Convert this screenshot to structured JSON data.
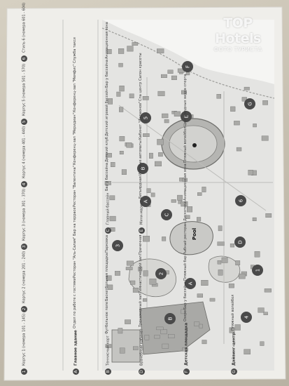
{
  "watermark": {
    "logo": "TOP Hotels",
    "subtitle": "ФОТО ТУРИСТА"
  },
  "legend": {
    "housing": [
      {
        "badge": "1",
        "text": "Корпус 1 (номера 101 - 145)"
      },
      {
        "badge": "2",
        "text": "Корпус 2 (номера 201 - 240)"
      },
      {
        "badge": "3",
        "text": "Корпус 3 (номера 301 - 370)"
      },
      {
        "badge": "4",
        "text": "Корпус 4 (номера 401 - 440)"
      },
      {
        "badge": "5",
        "text": "Корпус 5 (номера 501 - 570)"
      },
      {
        "badge": "6",
        "text": "Стиль 6 (номера 601 - 604)"
      }
    ],
    "a": {
      "badge": "A",
      "heading": "Главное здание",
      "lines": [
        "Отдел по работе с гостями",
        "Ресторан \"Аль-Салам\"",
        "Бар на террасе",
        "Ресторан \"Валентина\"",
        "Конференц-зал \"Меридиан\"",
        "Конференц-зал \"Мемфис\"",
        "Служба такси"
      ]
    },
    "bc": {
      "b": {
        "badge": "B",
        "lines": [
          "Теннисный корт",
          "Футбольное поле",
          "Баскетбольная площадка",
          "Парковка"
        ]
      },
      "c": {
        "badge": "C",
        "lines": [
          "Главный бассейн",
          "Бар у бассейна",
          "Детский клуб",
          "Детский игровой бассейн",
          "Бар у бассейна",
          "Анимационная зона"
        ]
      }
    },
    "de": {
      "d": {
        "badge": "D",
        "lines": [
          "Врачебный кабинет",
          "Тренажерный зал",
          "Гимнастический зал",
          "Прачечная"
        ]
      },
      "e": {
        "badge": "E",
        "lines": [
          "Мини-маркет",
          "Бильярдная",
          "Игровые автоматы",
          "Кабинет \"Фараонов\"",
          "Спа центр",
          "Салон красоты"
        ]
      }
    },
    "f": {
      "badge": "F",
      "heading": "Детская площадка",
      "lines": [
        "Озеро",
        "",
        "Бар у бассейна",
        "Пляжный бар",
        "Рыбный ресторан",
        "Дискотека",
        "Анимационная зона",
        "Пляжный волейбол",
        "Центр водных видов спорта"
      ]
    },
    "g": {
      "badge": "G",
      "heading": "Дайвинг-центр",
      "lines": [
        "Пляжный волейбол"
      ]
    }
  },
  "map": {
    "title": "Pool",
    "markers": [
      {
        "label": "F"
      },
      {
        "label": "G"
      },
      {
        "label": "5"
      },
      {
        "label": "E"
      },
      {
        "label": "A"
      },
      {
        "label": "B"
      },
      {
        "label": "C"
      },
      {
        "label": "6"
      },
      {
        "label": "3"
      },
      {
        "label": "D"
      },
      {
        "label": "2"
      },
      {
        "label": "1"
      },
      {
        "label": "A"
      },
      {
        "label": "4"
      },
      {
        "label": "B"
      }
    ]
  },
  "colors": {
    "paper": "#efeeea",
    "map_bg": "#e4e4e2",
    "marker": "#4a4a4a",
    "sea": "#f5f5f3",
    "building": "#a9a9a6"
  }
}
